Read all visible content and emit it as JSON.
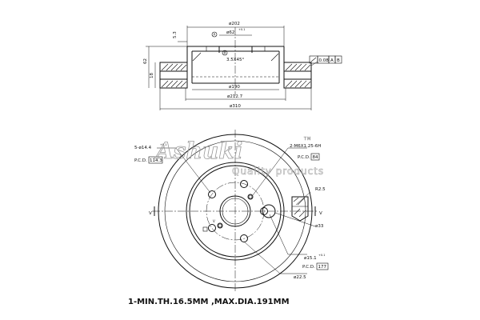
{
  "brand": {
    "name": "Ashuki",
    "trademark": "TM",
    "tagline": "Quality products"
  },
  "section_view": {
    "dims": {
      "d202": "ø202",
      "d62": "ø62",
      "d62_tol": "+0.1",
      "t53": "5.3",
      "chamfer": "3.5X45°",
      "h62": "62",
      "h18": "18",
      "d190": "ø190",
      "d2127": "ø212.7",
      "d310": "ø310",
      "label_a": "A",
      "label_b": "B",
      "runout": "0.08",
      "datum_a": "A",
      "datum_b": "B"
    }
  },
  "plan_view": {
    "dims": {
      "bolt_holes": "5-ø14.4",
      "bolt_holes_tol": "+0.1",
      "pcd_label": "P.C.D.",
      "pcd_value": "114.3",
      "threads": "2-M6X1.25-6H",
      "thread_pcd_label": "P.C.D.",
      "thread_pcd_value": "84",
      "r25": "R2.5",
      "d33": "ø33",
      "d151": "ø15.1",
      "d151_tol": "+0.1",
      "pcd2_label": "P.C.D.",
      "pcd2_value": "177",
      "d225": "ø22.5",
      "section_v1": "V",
      "section_v2": "V",
      "section_v3": "V"
    }
  },
  "note": "1-MIN.TH.16.5MM ,MAX.DIA.191MM"
}
